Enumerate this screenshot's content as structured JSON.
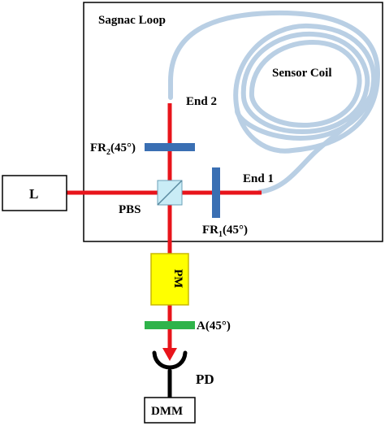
{
  "colors": {
    "beam": "#e8141b",
    "fiber": "#b9cfe4",
    "faraday_rotator": "#3a6fb3",
    "analyzer": "#2fb34a",
    "modulator_fill": "#ffff00",
    "modulator_stroke": "#c9b800",
    "pbs_fill": "#c9ecf6"
  },
  "labels": {
    "sagnac_loop": "Sagnac Loop",
    "sensor_coil": "Sensor Coil",
    "end2": "End 2",
    "end1": "End 1",
    "fr2_main": "FR",
    "fr2_sub": "2",
    "fr2_angle": "(45°)",
    "fr1_main": "FR",
    "fr1_sub": "1",
    "fr1_angle": "(45°)",
    "pbs": "PBS",
    "laser": "L",
    "pm": "PM",
    "analyzer": "A(45°)",
    "pd": "PD",
    "dmm": "DMM"
  }
}
